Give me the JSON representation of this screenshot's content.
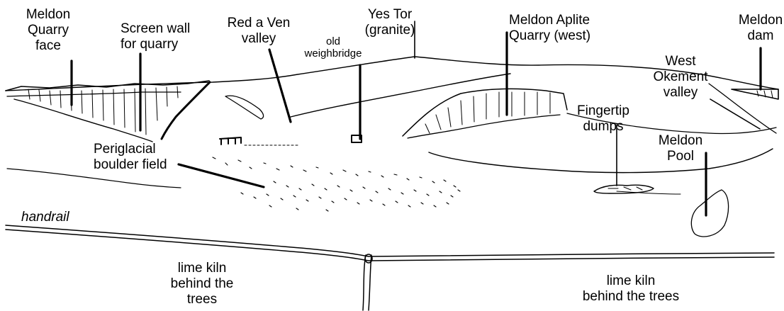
{
  "labels": {
    "meldon_quarry_face": [
      "Meldon",
      "Quarry",
      "face"
    ],
    "screen_wall": [
      "Screen wall",
      "for quarry"
    ],
    "red_a_ven": [
      "Red a Ven",
      "valley"
    ],
    "old_weighbridge": [
      "old",
      "weighbridge"
    ],
    "yes_tor": [
      "Yes Tor",
      "(granite)"
    ],
    "meldon_aplite": [
      "Meldon Aplite",
      "Quarry (west)"
    ],
    "meldon_dam": [
      "Meldon",
      "dam"
    ],
    "west_okement": [
      "West",
      "Okement",
      "valley"
    ],
    "fingertip_dumps": [
      "Fingertip",
      "dumps"
    ],
    "periglacial": [
      "Periglacial",
      "boulder field"
    ],
    "meldon_pool": [
      "Meldon",
      "Pool"
    ],
    "handrail": "handrail",
    "lime_kiln_left": [
      "lime kiln",
      "behind the",
      "trees"
    ],
    "lime_kiln_right": [
      "lime kiln",
      "behind the trees"
    ]
  },
  "colors": {
    "ink": "#000000",
    "paper": "#ffffff"
  }
}
